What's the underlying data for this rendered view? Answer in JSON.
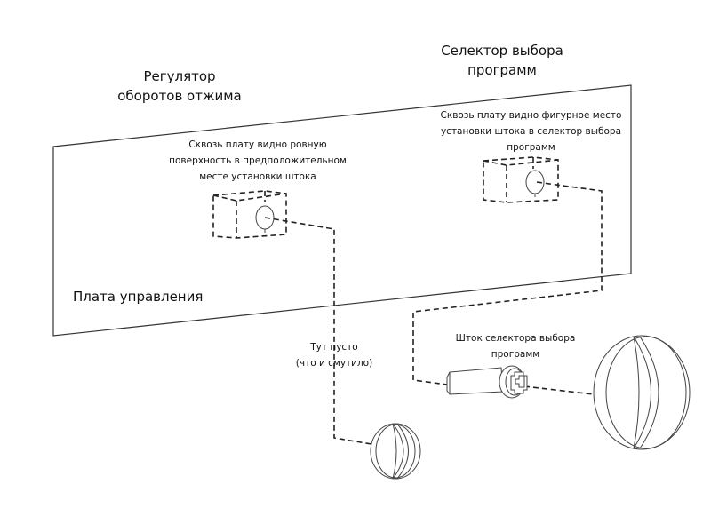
{
  "labels": {
    "spin_regulator_title": [
      "Регулятор",
      "оборотов отжима"
    ],
    "program_selector_title": [
      "Селектор выбора",
      "программ"
    ],
    "left_note": [
      "Сквозь плату видно ровную",
      "поверхность в предположительном",
      "месте установки штока"
    ],
    "right_note": [
      "Сквозь плату видно фигурное место",
      "установки штока в селектор выбора",
      "программ"
    ],
    "board_label": "Плата управления",
    "empty_note": [
      "Тут пусто",
      "(что и смутило)"
    ],
    "shaft_label": [
      "Шток селектора выбора",
      "программ"
    ]
  },
  "components": [
    {
      "name": "control-board",
      "kind": "panel"
    },
    {
      "name": "spin-regulator-mount",
      "kind": "dashed-box",
      "note": "flat surface"
    },
    {
      "name": "program-selector-mount",
      "kind": "dashed-box",
      "note": "shaped socket"
    },
    {
      "name": "spin-regulator-knob",
      "kind": "knob",
      "size": "small"
    },
    {
      "name": "program-selector-knob",
      "kind": "knob",
      "size": "large"
    },
    {
      "name": "program-selector-shaft",
      "kind": "shaft"
    }
  ],
  "connections": [
    {
      "from": "spin-regulator-mount",
      "to": "spin-regulator-knob",
      "style": "dashed"
    },
    {
      "from": "program-selector-mount",
      "to": "program-selector-shaft",
      "style": "dashed"
    },
    {
      "from": "program-selector-shaft",
      "to": "program-selector-knob",
      "style": "dashed"
    }
  ]
}
